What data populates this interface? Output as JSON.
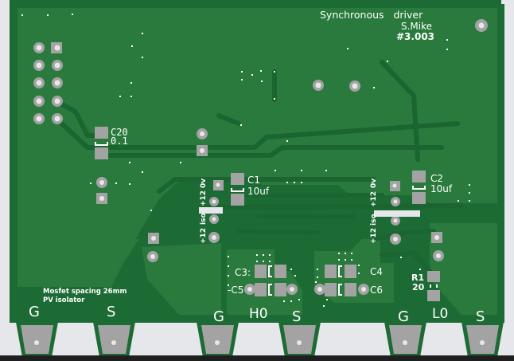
{
  "board": {
    "title": "Synchronous   driver",
    "author": "S.Mike",
    "revision": "#3.003",
    "note_line1": "Mosfet spacing 26mm",
    "note_line2": "PV isolator",
    "colors": {
      "background": "#e6e7ea",
      "substrate": "#1c6b34",
      "copper_pour": "#2a7a3d",
      "trace": "#1a6530",
      "pad": "#a3a3a3",
      "drill": "#e8e8e8",
      "silkscreen": "#ffffff"
    }
  },
  "components": {
    "c20": {
      "ref": "C20",
      "value": "0.1"
    },
    "c1": {
      "ref": "C1",
      "value": "10uf"
    },
    "c2": {
      "ref": "C2",
      "value": "10uf"
    },
    "c3": {
      "ref": "C3:"
    },
    "c4": {
      "ref": "C4"
    },
    "c5": {
      "ref": "-C5"
    },
    "c6": {
      "ref": "C6"
    },
    "r1": {
      "ref": "R1",
      "value": "20"
    }
  },
  "connector_labels_left": [
    "0v",
    "+12",
    "iso",
    "+12"
  ],
  "connector_labels_right": [
    "0v",
    "+12",
    "iso",
    "+12"
  ],
  "terminals": [
    {
      "label": "G"
    },
    {
      "label": "S"
    },
    {
      "label": "G"
    },
    {
      "label": "S"
    },
    {
      "label": "G"
    },
    {
      "label": "S"
    }
  ],
  "channel_labels": {
    "high": "H0",
    "low": "L0"
  }
}
